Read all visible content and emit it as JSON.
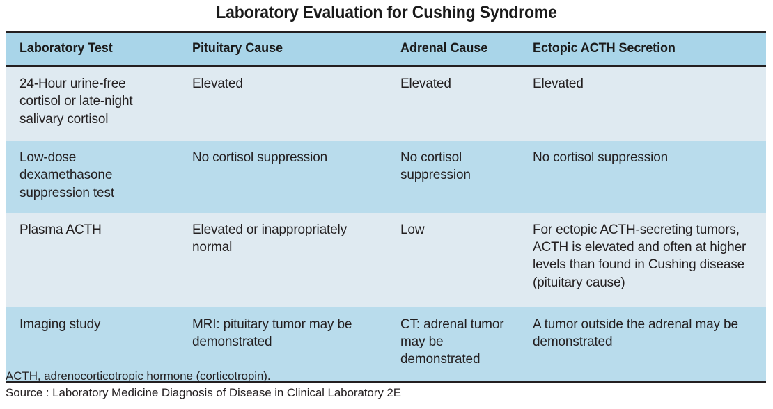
{
  "title": "Laboratory Evaluation for Cushing Syndrome",
  "colors": {
    "header_band": "#a9d5e9",
    "row_light": "#dfeaf1",
    "row_dark": "#b9dcec",
    "rule": "#231f20",
    "text": "#231f20"
  },
  "table": {
    "columns": [
      "Laboratory Test",
      "Pituitary Cause",
      "Adrenal Cause",
      "Ectopic ACTH Secretion"
    ],
    "rows": [
      {
        "test": "24-Hour urine-free cortisol or late-night salivary cortisol",
        "pituitary": "Elevated",
        "adrenal": "Elevated",
        "ectopic": "Elevated"
      },
      {
        "test": "Low-dose dexamethasone suppression test",
        "pituitary": "No cortisol suppression",
        "adrenal": "No cortisol suppression",
        "ectopic": "No cortisol suppression"
      },
      {
        "test": "Plasma ACTH",
        "pituitary": "Elevated or inappropriately normal",
        "adrenal": "Low",
        "ectopic": "For ectopic ACTH-secreting tumors, ACTH is elevated and often at higher levels than found in Cushing disease (pituitary cause)"
      },
      {
        "test": "Imaging study",
        "pituitary": "MRI: pituitary tumor may be demonstrated",
        "adrenal": "CT: adrenal tumor may be demonstrated",
        "ectopic": "A tumor outside the adrenal may be demonstrated"
      }
    ]
  },
  "footnotes": {
    "abbreviation": "ACTH, adrenocorticotropic hormone (corticotropin).",
    "source": "Source : Laboratory Medicine Diagnosis of Disease in Clinical Laboratory 2E"
  }
}
